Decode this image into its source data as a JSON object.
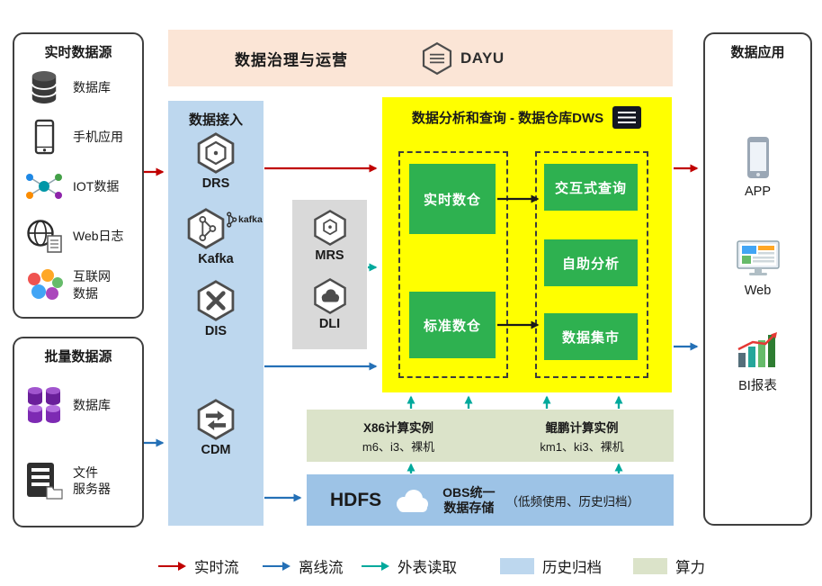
{
  "colors": {
    "realtime_flow": "#c00000",
    "offline_flow": "#2470b6",
    "external_read": "#00a99c",
    "archive_swatch": "#bdd7ee",
    "compute_swatch": "#dbe3c9",
    "dws_background": "#ffff00",
    "green_box": "#2eb150",
    "banner_background": "#fbe5d6",
    "access_background": "#bdd7ee",
    "middle_background": "#d9d9d9",
    "hdfs_background": "#9dc3e6"
  },
  "panels": {
    "realtime": {
      "title": "实时数据源",
      "items": [
        {
          "label": "数据库"
        },
        {
          "label": "手机应用"
        },
        {
          "label": "IOT数据"
        },
        {
          "label": "Web日志"
        },
        {
          "label": "互联网\n数据"
        }
      ]
    },
    "batch": {
      "title": "批量数据源",
      "items": [
        {
          "label": "数据库"
        },
        {
          "label": "文件\n服务器"
        }
      ]
    },
    "apps": {
      "title": "数据应用",
      "items": [
        {
          "label": "APP"
        },
        {
          "label": "Web"
        },
        {
          "label": "BI报表"
        }
      ]
    }
  },
  "banner": {
    "title": "数据治理与运营",
    "logo": "DAYU"
  },
  "access": {
    "title": "数据接入",
    "items": [
      "DRS",
      "Kafka",
      "DIS",
      "CDM"
    ],
    "kafka_mark": "kafka"
  },
  "middle": {
    "items": [
      "MRS",
      "DLI"
    ]
  },
  "dws": {
    "title": "数据分析和查询 - 数据仓库DWS",
    "left": [
      "实时数仓",
      "标准数仓"
    ],
    "right": [
      "交互式查询",
      "自助分析",
      "数据集市"
    ]
  },
  "compute": {
    "left_title": "X86计算实例",
    "left_detail": "m6、i3、裸机",
    "right_title": "鲲鹏计算实例",
    "right_detail": "km1、ki3、裸机"
  },
  "storage": {
    "hdfs": "HDFS",
    "obs": "OBS统一\n数据存储",
    "note": "（低频使用、历史归档）"
  },
  "legend": {
    "realtime": "实时流",
    "offline": "离线流",
    "external": "外表读取",
    "archive": "历史归档",
    "compute": "算力"
  }
}
